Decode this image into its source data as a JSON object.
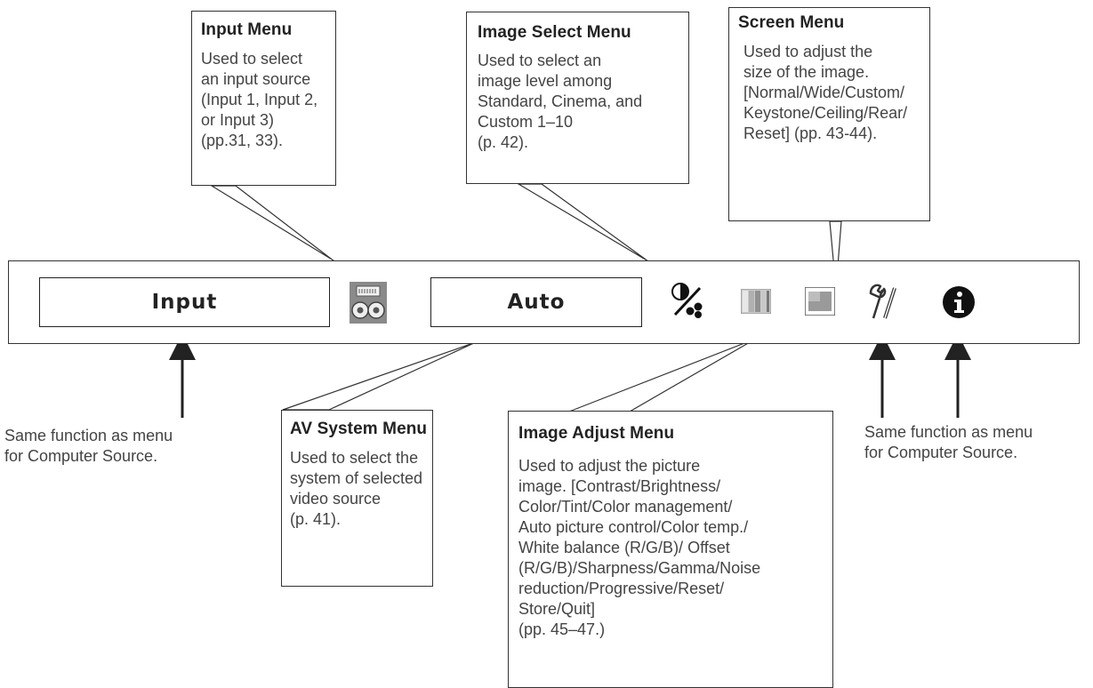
{
  "menubar": {
    "input_label": "Input",
    "av_label": "Auto",
    "icons": [
      "input-source-icon",
      "image-select-icon",
      "image-adjust-icon",
      "screen-icon",
      "setting-icon",
      "information-icon"
    ]
  },
  "callouts": {
    "input": {
      "title": "Input Menu",
      "body": "Used to select\nan input source\n(Input 1, Input 2,\nor Input 3)\n(pp.31, 33)."
    },
    "image_select": {
      "title": "Image Select Menu",
      "body": "Used to select an\nimage level among\nStandard, Cinema, and\nCustom 1–10\n(p. 42)."
    },
    "screen": {
      "title": "Screen Menu",
      "body": "Used to adjust the\nsize of the image.\n[Normal/Wide/Custom/\nKeystone/Ceiling/Rear/\nReset] (pp. 43-44)."
    },
    "av_system": {
      "title": "AV System Menu",
      "body": "Used to select the\nsystem of selected\nvideo source\n(p. 41)."
    },
    "image_adjust": {
      "title": "Image Adjust Menu",
      "body": "Used to adjust the picture\nimage. [Contrast/Brightness/\nColor/Tint/Color management/\nAuto picture control/Color temp./\nWhite balance (R/G/B)/ Offset\n(R/G/B)/Sharpness/Gamma/Noise\nreduction/Progressive/Reset/\nStore/Quit]\n(pp. 45–47.)"
    }
  },
  "notes": {
    "left": "Same function as menu\nfor Computer Source.",
    "right": "Same function as menu\nfor Computer Source."
  }
}
